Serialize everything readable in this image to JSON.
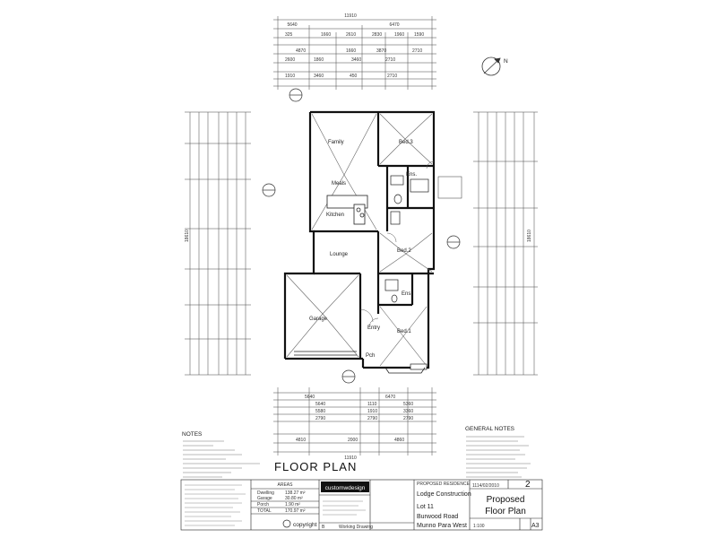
{
  "title": "FLOOR PLAN",
  "rooms": {
    "family": "Family",
    "meals": "Meals",
    "kitchen": "Kitchen",
    "bed3": "Bed.3",
    "ens_top": "Ens.",
    "bed2": "Bed.2",
    "lounge": "Lounge",
    "garage": "Garage",
    "entry": "Entry",
    "ens_bottom": "Ens.",
    "bed1": "Bed.1",
    "porch": "Pch"
  },
  "dimensions": {
    "overall_width": "11910",
    "top_row1": [
      "5640",
      "6470"
    ],
    "side_overall": "18610",
    "side_right": "18610",
    "bottom_overall": "11910"
  },
  "notes_heading": "NOTES",
  "general_notes_heading": "GENERAL NOTES",
  "areas": {
    "heading": "AREAS",
    "rows": [
      {
        "label": "Dwelling",
        "value": "138.27 m²"
      },
      {
        "label": "Garage",
        "value": "30.80 m²"
      },
      {
        "label": "Porch",
        "value": "1.90 m²"
      },
      {
        "label": "TOTAL",
        "value": "170.97 m²"
      }
    ]
  },
  "proposed_residence": "PROPOSED RESIDENCE",
  "client": "Lodge Construction",
  "lot": "Lot 11",
  "street": "Burwood Road",
  "suburb": "Munno Para West",
  "job_no": "1114/02/2010",
  "sheet_no": "2",
  "sheet_title_1": "Proposed",
  "sheet_title_2": "Floor Plan",
  "scale": "1:100",
  "size": "A3",
  "copyright": "copyright",
  "working_drawing": "Working Drawing",
  "revision": "B",
  "brand": "customwdesign"
}
